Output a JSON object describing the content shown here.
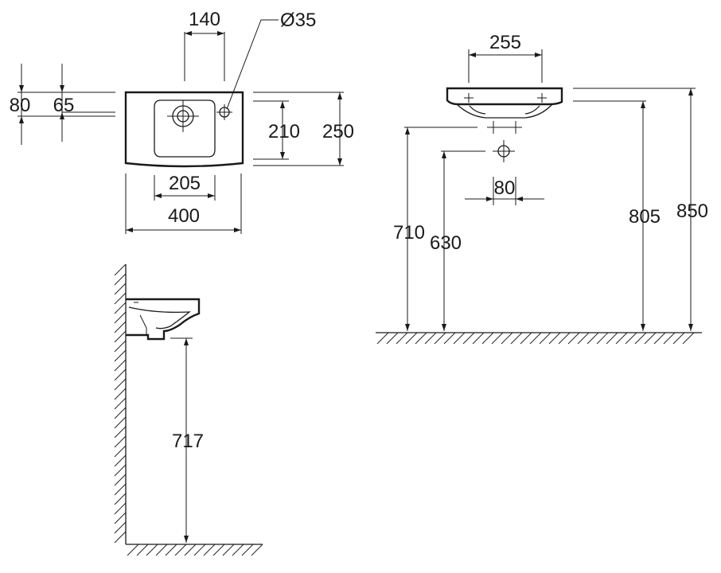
{
  "dimensions": {
    "tap_offset": "140",
    "tap_hole_diameter": "Ø35",
    "rim_depth_outer": "80",
    "rim_depth_inner": "65",
    "bowl_depth_inner": "210",
    "basin_depth_overall": "250",
    "bowl_width_inner": "205",
    "basin_width_overall": "400",
    "bracket_spacing": "255",
    "waste_spacing": "80",
    "height_rim_top": "850",
    "height_rim_underside": "805",
    "height_supply": "710",
    "height_waste": "630",
    "height_side_underside": "717"
  }
}
